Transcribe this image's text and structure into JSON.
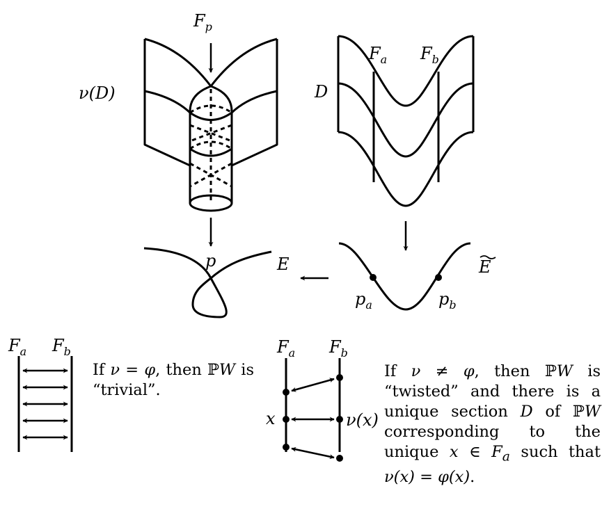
{
  "top_left": {
    "fiber_label": "F",
    "fiber_sub": "p",
    "neighborhood_label": "ν(D)"
  },
  "top_right": {
    "surface_label": "D",
    "fa_label": "F",
    "fa_sub": "a",
    "fb_label": "F",
    "fb_sub": "b"
  },
  "curves": {
    "E_label": "E",
    "p_label": "p",
    "Etilde_label": "E",
    "pa_label": "p",
    "pa_sub": "a",
    "pb_label": "p",
    "pb_sub": "b"
  },
  "trivial": {
    "fa_label": "F",
    "fa_sub": "a",
    "fb_label": "F",
    "fb_sub": "b",
    "caption_parts": [
      "If ",
      "ν",
      " = ",
      "φ",
      ", then ℙ",
      "W",
      " is “trivial”."
    ]
  },
  "twisted": {
    "fa_label": "F",
    "fa_sub": "a",
    "fb_label": "F",
    "fb_sub": "b",
    "x_label": "x",
    "nux_label": "ν(x)",
    "caption_parts": [
      "If ",
      "ν",
      " ≠ ",
      "φ",
      ", then ℙ",
      "W",
      " is “twisted” and there is a unique section ",
      "D",
      " of ℙ",
      "W",
      " corresponding to the unique ",
      "x",
      " ∈ ",
      "F",
      "a",
      " such that ",
      "ν(x)",
      " = ",
      "φ(x)",
      "."
    ]
  }
}
